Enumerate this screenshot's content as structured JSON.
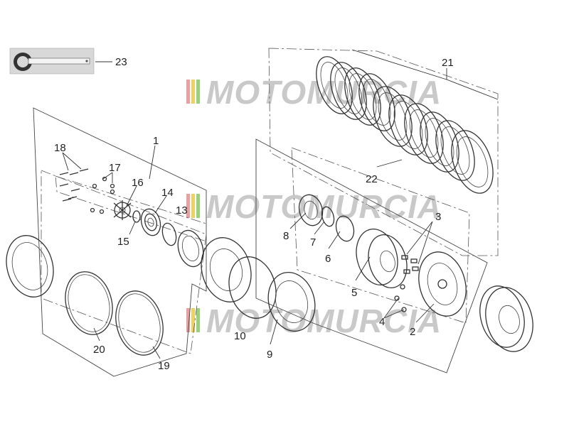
{
  "watermark": {
    "text": "MOTOMURCIA",
    "stripe_colors": [
      "#e8a0a0",
      "#f0d060",
      "#9ad07a"
    ]
  },
  "callouts": {
    "c1": "1",
    "c2": "2",
    "c3": "3",
    "c4": "4",
    "c5": "5",
    "c6": "6",
    "c7": "7",
    "c8": "8",
    "c9": "9",
    "c10": "10",
    "c13": "13",
    "c14": "14",
    "c15": "15",
    "c16": "16",
    "c17": "17",
    "c18": "18",
    "c19": "19",
    "c20": "20",
    "c21": "21",
    "c22": "22",
    "c23": "23"
  },
  "colors": {
    "line": "#333333",
    "background": "#ffffff",
    "tool_fill": "#d8d8d8"
  }
}
